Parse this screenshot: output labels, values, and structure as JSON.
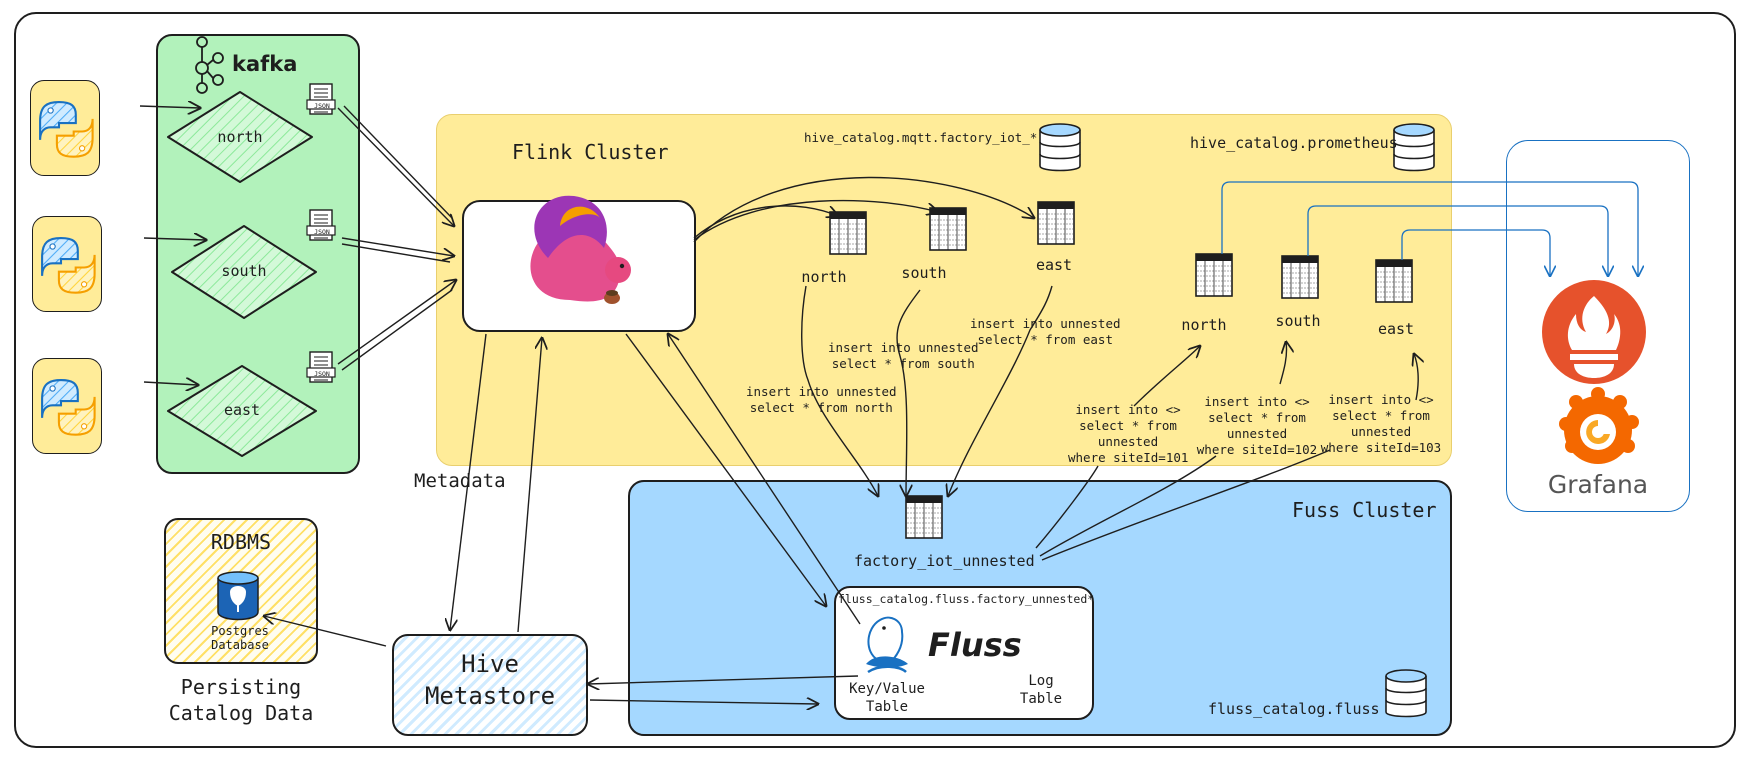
{
  "kafka": {
    "title": "kafka",
    "topics": [
      "north",
      "south",
      "east"
    ],
    "json_label": "JSON"
  },
  "flink": {
    "title": "Flink Cluster",
    "catalog_mqtt": "hive_catalog.mqtt.factory_iot_*",
    "catalog_prometheus": "hive_catalog.prometheus",
    "source_tables": [
      "north",
      "south",
      "east"
    ],
    "sink_tables": [
      "north",
      "south",
      "east"
    ],
    "insert_north": [
      "insert into unnested",
      "select * from north"
    ],
    "insert_south": [
      "insert into unnested",
      "select * from south"
    ],
    "insert_east": [
      "insert into unnested",
      "select * from east"
    ],
    "select_101": [
      "insert into <>",
      "select * from",
      "unnested",
      "where siteId=101"
    ],
    "select_102": [
      "insert into <>",
      "select * from",
      "unnested",
      "where siteId=102"
    ],
    "select_103": [
      "insert into <>",
      "select * from",
      "unnested",
      "where siteId=103"
    ]
  },
  "fluss": {
    "title": "Fuss Cluster",
    "unnested_table": "factory_iot_unnested",
    "catalog_header": "fluss_catalog.fluss.factory_unnested*",
    "logo_text": "Fluss",
    "kv_table": [
      "Key/Value",
      "Table"
    ],
    "log_table": [
      "Log",
      "Table"
    ],
    "catalog": "fluss_catalog.fluss"
  },
  "metadata_label": "Metadata",
  "hive": {
    "title": [
      "Hive",
      "Metastore"
    ]
  },
  "rdbms": {
    "title": "RDBMS",
    "db_label": [
      "Postgres",
      "Database"
    ],
    "caption": [
      "Persisting",
      "Catalog Data"
    ]
  },
  "grafana": {
    "label": "Grafana"
  },
  "colors": {
    "kafka_bg": "#b2f2bb",
    "flink_bg": "#ffec99",
    "fluss_bg": "#a5d8ff",
    "grafana_link": "#1971c2",
    "prometheus": "#e6522c",
    "grafana": "#f46800"
  },
  "icons": [
    "python-icon",
    "kafka-icon",
    "json-file-icon",
    "flink-squirrel-icon",
    "table-icon",
    "database-icon",
    "fluss-seal-icon",
    "postgres-icon",
    "prometheus-icon",
    "grafana-icon"
  ]
}
